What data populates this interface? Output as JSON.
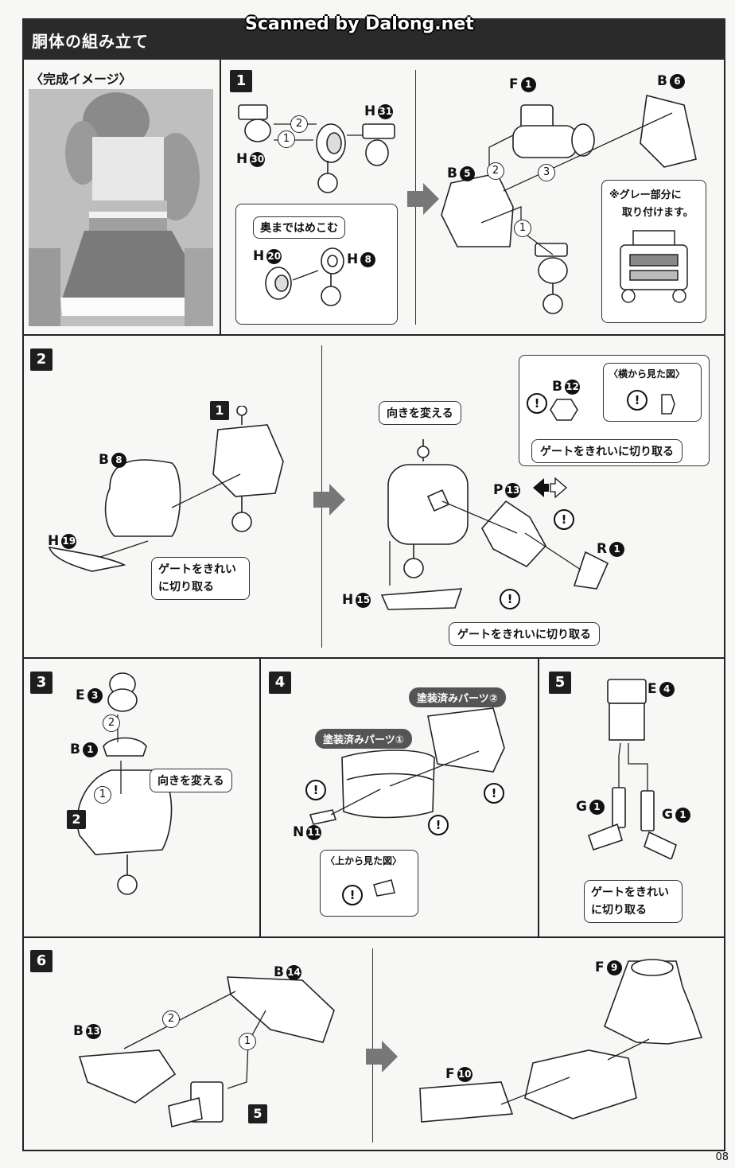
{
  "header": {
    "title": "胴体の組み立て",
    "scan_watermark": "Scanned by Dalong.net"
  },
  "preview": {
    "title": "〈完成イメージ〉"
  },
  "steps": {
    "s1": "1",
    "s2": "2",
    "s3": "3",
    "s4": "4",
    "s5": "5",
    "s6": "6"
  },
  "step1": {
    "h31": "H",
    "h31n": "31",
    "h30": "H",
    "h30n": "30",
    "h20": "H",
    "h20n": "20",
    "h8": "H",
    "h8n": "8",
    "o1": "1",
    "o2": "2",
    "callout": "奥まではめこむ",
    "f1": "F",
    "f1n": "1",
    "b6": "B",
    "b6n": "6",
    "b5": "B",
    "b5n": "5",
    "r1": "1",
    "r2": "2",
    "r3": "3",
    "gray_note_1": "※グレー部分に",
    "gray_note_2": "取り付けます。"
  },
  "step2": {
    "sub1": "1",
    "b8": "B",
    "b8n": "8",
    "h19": "H",
    "h19n": "19",
    "gate1_a": "ゲートをきれい",
    "gate1_b": "に切り取る",
    "change_dir": "向きを変える",
    "b12": "B",
    "b12n": "12",
    "side_view": "〈横から見た図〉",
    "gate2": "ゲートをきれいに切り取る",
    "p13": "P",
    "p13n": "13",
    "r1": "R",
    "r1n": "1",
    "h15": "H",
    "h15n": "15",
    "gate3": "ゲートをきれいに切り取る"
  },
  "step3": {
    "e3": "E",
    "e3n": "3",
    "b1": "B",
    "b1n": "1",
    "o1": "1",
    "o2": "2",
    "sub2": "2",
    "change_dir": "向きを変える"
  },
  "step4": {
    "painted2": "塗装済みパーツ②",
    "painted1": "塗装済みパーツ①",
    "n11": "N",
    "n11n": "11",
    "top_view": "〈上から見た図〉"
  },
  "step5": {
    "e4": "E",
    "e4n": "4",
    "g1a": "G",
    "g1an": "1",
    "g1b": "G",
    "g1bn": "1",
    "gate_a": "ゲートをきれい",
    "gate_b": "に切り取る"
  },
  "step6": {
    "b14": "B",
    "b14n": "14",
    "b13": "B",
    "b13n": "13",
    "o1": "1",
    "o2": "2",
    "sub5": "5",
    "f9": "F",
    "f9n": "9",
    "f10": "F",
    "f10n": "10"
  },
  "warn": "!",
  "page": "08"
}
